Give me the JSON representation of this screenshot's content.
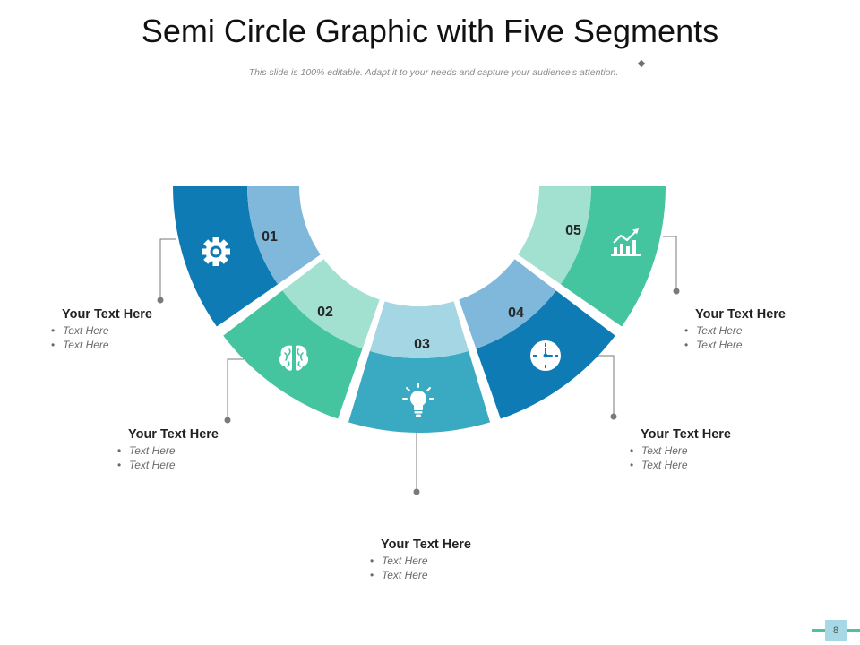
{
  "slide": {
    "title": "Semi Circle Graphic with Five Segments",
    "subtitle": "This slide is 100% editable. Adapt it to your needs and capture your audience's attention.",
    "page_number": "8"
  },
  "colors": {
    "dark_blue": "#0f7bb5",
    "light_blue": "#7fb8da",
    "green": "#45c4a0",
    "light_green": "#a2e0d0",
    "teal": "#3aa9c2",
    "light_teal": "#a4d6e3",
    "connector": "#7a7a7a"
  },
  "segments": [
    {
      "number": "01",
      "icon": "gear-icon",
      "title": "Your Text Here",
      "bullets": [
        "Text Here",
        "Text Here"
      ]
    },
    {
      "number": "02",
      "icon": "brain-icon",
      "title": "Your Text Here",
      "bullets": [
        "Text Here",
        "Text Here"
      ]
    },
    {
      "number": "03",
      "icon": "lightbulb-icon",
      "title": "Your Text Here",
      "bullets": [
        "Text Here",
        "Text Here"
      ]
    },
    {
      "number": "04",
      "icon": "clock-icon",
      "title": "Your Text Here",
      "bullets": [
        "Text Here",
        "Text Here"
      ]
    },
    {
      "number": "05",
      "icon": "growth-chart-icon",
      "title": "Your Text Here",
      "bullets": [
        "Text Here",
        "Text Here"
      ]
    }
  ]
}
